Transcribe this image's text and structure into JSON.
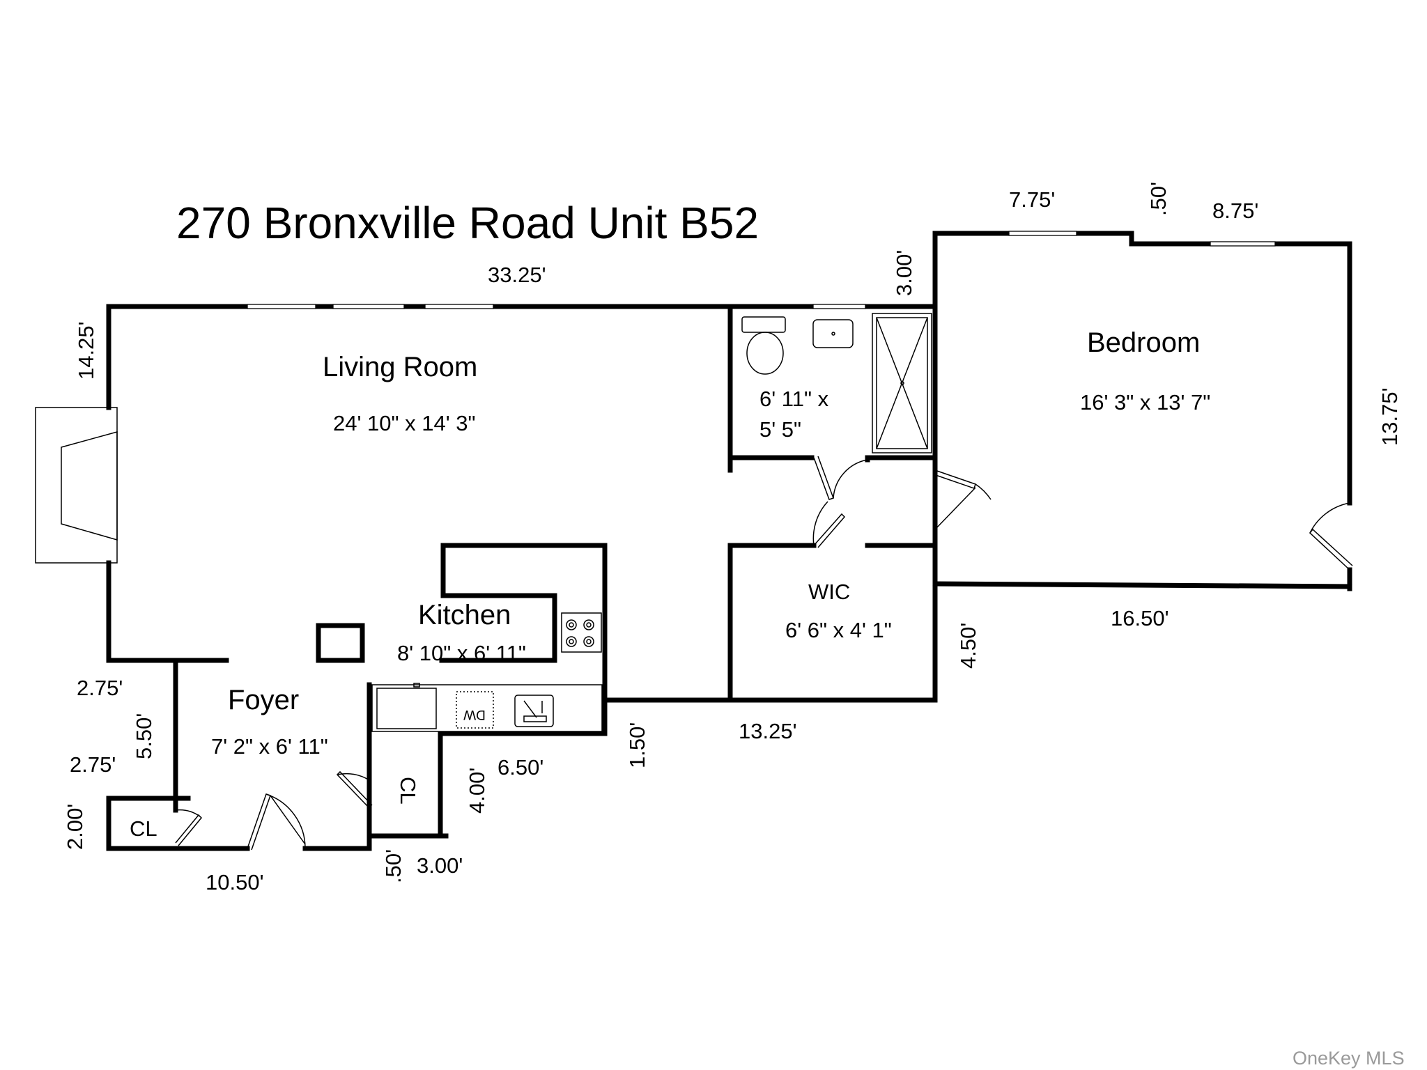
{
  "title": "270 Bronxville Road Unit B52",
  "rooms": {
    "living_room": {
      "name": "Living Room",
      "size": "24' 10\" x 14' 3\""
    },
    "bedroom": {
      "name": "Bedroom",
      "size": "16' 3\" x 13' 7\""
    },
    "bath": {
      "size_line1": "6' 11\" x",
      "size_line2": "5' 5\""
    },
    "kitchen": {
      "name": "Kitchen",
      "size": "8' 10\" x 6' 11\""
    },
    "wic": {
      "name": "WIC",
      "size": "6' 6\" x 4' 1\""
    },
    "foyer": {
      "name": "Foyer",
      "size": "7' 2\" x 6' 11\""
    },
    "closet_left": {
      "name": "CL"
    },
    "closet_right": {
      "name": "CL"
    },
    "dishwasher": {
      "label": "DW"
    }
  },
  "measurements": {
    "top_living": "33.25'",
    "left_living": "14.25'",
    "bath_top": "3.00'",
    "bed_top_left": "7.75'",
    "bed_top_mid": ".50'",
    "bed_top_right": "8.75'",
    "bed_right": "13.75'",
    "bed_bottom": "16.50'",
    "wic_right": "4.50'",
    "bottom_mid": "13.25'",
    "kitchen_step": "1.50'",
    "kitchen_bottom": "6.50'",
    "closet_side": "4.00'",
    "foyer_step_top": "2.75'",
    "foyer_left": "5.50'",
    "foyer_step_bottom": "2.75'",
    "closet_left_side": "2.00'",
    "foyer_bottom": "10.50'",
    "closet_bottom_small": ".50'",
    "closet_bottom": "3.00'"
  },
  "watermark": "OneKey MLS"
}
